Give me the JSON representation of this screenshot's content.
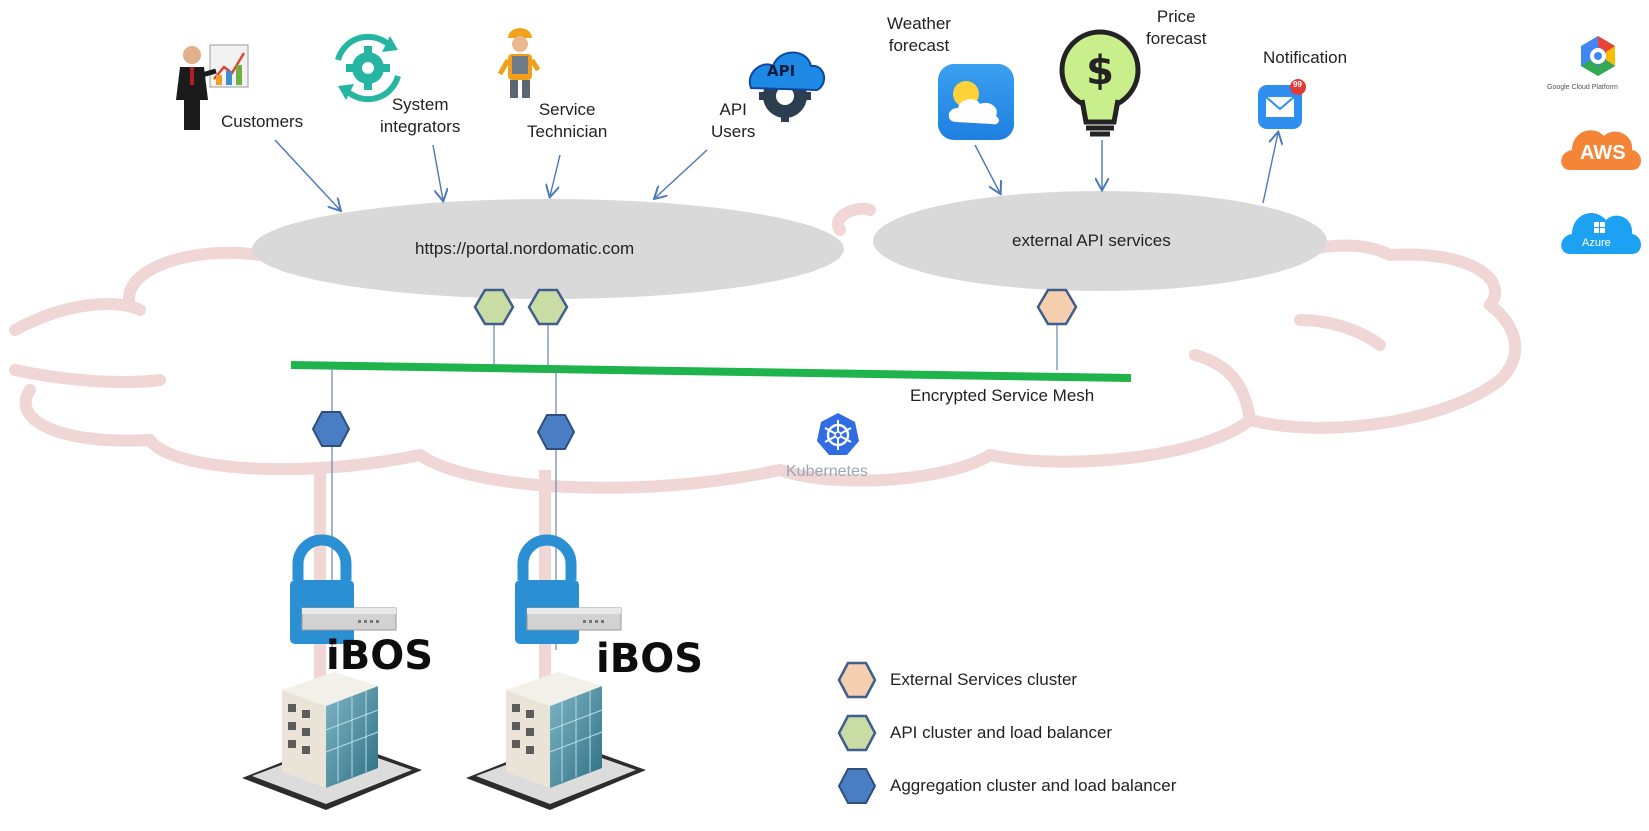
{
  "actors": {
    "customers": "Customers",
    "system_integrators_line1": "System",
    "system_integrators_line2": "integrators",
    "service_technician_line1": "Service",
    "service_technician_line2": "Technician",
    "api_users_line1": "API",
    "api_users_line2": "Users",
    "api_badge": "API"
  },
  "external": {
    "weather_line1": "Weather",
    "weather_line2": "forecast",
    "price_line1": "Price",
    "price_line2": "forecast",
    "notification": "Notification",
    "notification_badge": "99"
  },
  "portal": {
    "url": "https://portal.nordomatic.com"
  },
  "external_services": {
    "label": "external API services"
  },
  "mesh": {
    "label": "Encrypted Service Mesh"
  },
  "kubernetes": {
    "label": "Kubernetes"
  },
  "sites": [
    {
      "label": "iBOS"
    },
    {
      "label": "iBOS"
    }
  ],
  "clouds": {
    "gcp": "Google Cloud Platform",
    "aws": "AWS",
    "azure": "Azure"
  },
  "legend": [
    {
      "label": "External Services cluster",
      "color": "#f6cfae",
      "stroke": "#3f5d8f"
    },
    {
      "label": "API cluster and load balancer",
      "color": "#c8dca4",
      "stroke": "#3f5d8f"
    },
    {
      "label": "Aggregation cluster and load balancer",
      "color": "#4a7ec4",
      "stroke": "#2f4f7f"
    }
  ],
  "colors": {
    "mesh_line": "#1fb34b",
    "cloud_outline": "#f1d6d6",
    "ellipse_fill": "#d9d9d9",
    "arrow": "#4a78b8"
  }
}
